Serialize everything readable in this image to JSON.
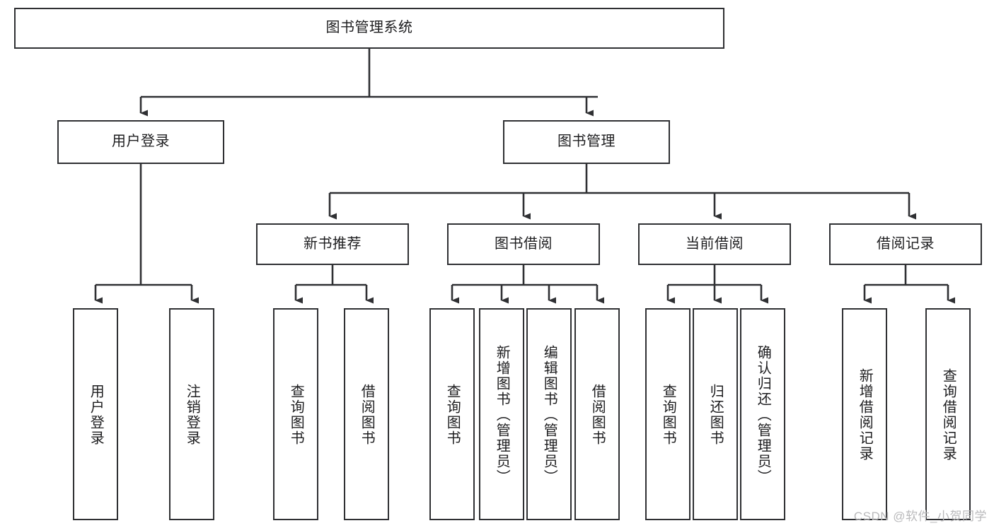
{
  "diagram": {
    "title": "图书管理系统",
    "type": "hierarchy-tree",
    "line_color": "#2f3033",
    "box_fill": "#ffffff",
    "text_color": "#1d1d1f",
    "watermark": "CSDN @软件_小贺同学"
  },
  "nodes": {
    "root": {
      "label": "图书管理系统"
    },
    "level2": [
      {
        "label": "用户登录"
      },
      {
        "label": "图书管理"
      }
    ],
    "level3": [
      {
        "label": "新书推荐"
      },
      {
        "label": "图书借阅"
      },
      {
        "label": "当前借阅"
      },
      {
        "label": "借阅记录"
      }
    ],
    "leaves": {
      "user_login": [
        {
          "label": "用户登录"
        },
        {
          "label": "注销登录"
        }
      ],
      "new_book_recommend": [
        {
          "label": "查询图书"
        },
        {
          "label": "借阅图书"
        }
      ],
      "book_borrow": [
        {
          "label": "查询图书"
        },
        {
          "label": "新增图书（管理员）"
        },
        {
          "label": "编辑图书（管理员）"
        },
        {
          "label": "借阅图书"
        }
      ],
      "current_borrow": [
        {
          "label": "查询图书"
        },
        {
          "label": "归还图书"
        },
        {
          "label": "确认归还（管理员）"
        }
      ],
      "borrow_record": [
        {
          "label": "新增借阅记录"
        },
        {
          "label": "查询借阅记录"
        }
      ]
    }
  }
}
